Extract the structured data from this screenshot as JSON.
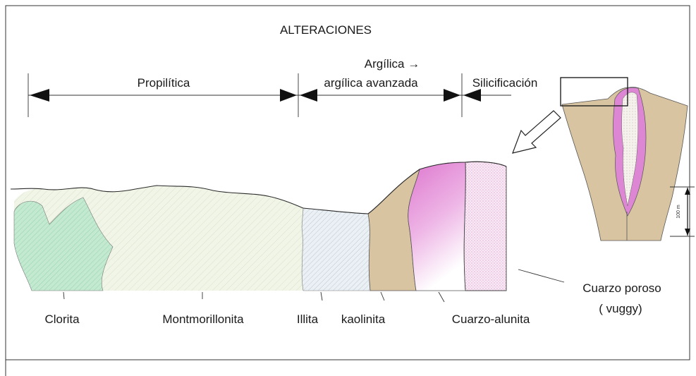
{
  "title": "ALTERACIONES",
  "zones": {
    "propilitica": "Propilítica",
    "argilica_line1": "Argílica →",
    "argilica_line2": "argílica avanzada",
    "silicificacion": "Silicificación"
  },
  "minerals": {
    "clorita": "Clorita",
    "montmorillonita": "Montmorillonita",
    "illita": "Illita",
    "kaolinita": "kaolinita",
    "cuarzo_alunita": "Cuarzo-alunita",
    "cuarzo_poroso": "Cuarzo poroso",
    "vuggy": "( vuggy)"
  },
  "scale": {
    "label": "100 m"
  },
  "colors": {
    "clorita": "#c3ead1",
    "clorita_hatch": "#8fd0a6",
    "montmorillonita": "#f1f5e7",
    "montmorillonita_hatch": "#d2dcbf",
    "illita": "#ebf0f4",
    "illita_hatch": "#a8b5c5",
    "kaolinita": "#d9c4a2",
    "alunita_top": "#de78cf",
    "alunita_mid": "#eeb6e6",
    "alunita_bottom": "#ffffff",
    "poroso": "#f8e9f5",
    "poroso_dots": "#d08ac2",
    "vein": "#dd86d4",
    "core": "#f5f1ec",
    "core_dots": "#b5a595"
  }
}
